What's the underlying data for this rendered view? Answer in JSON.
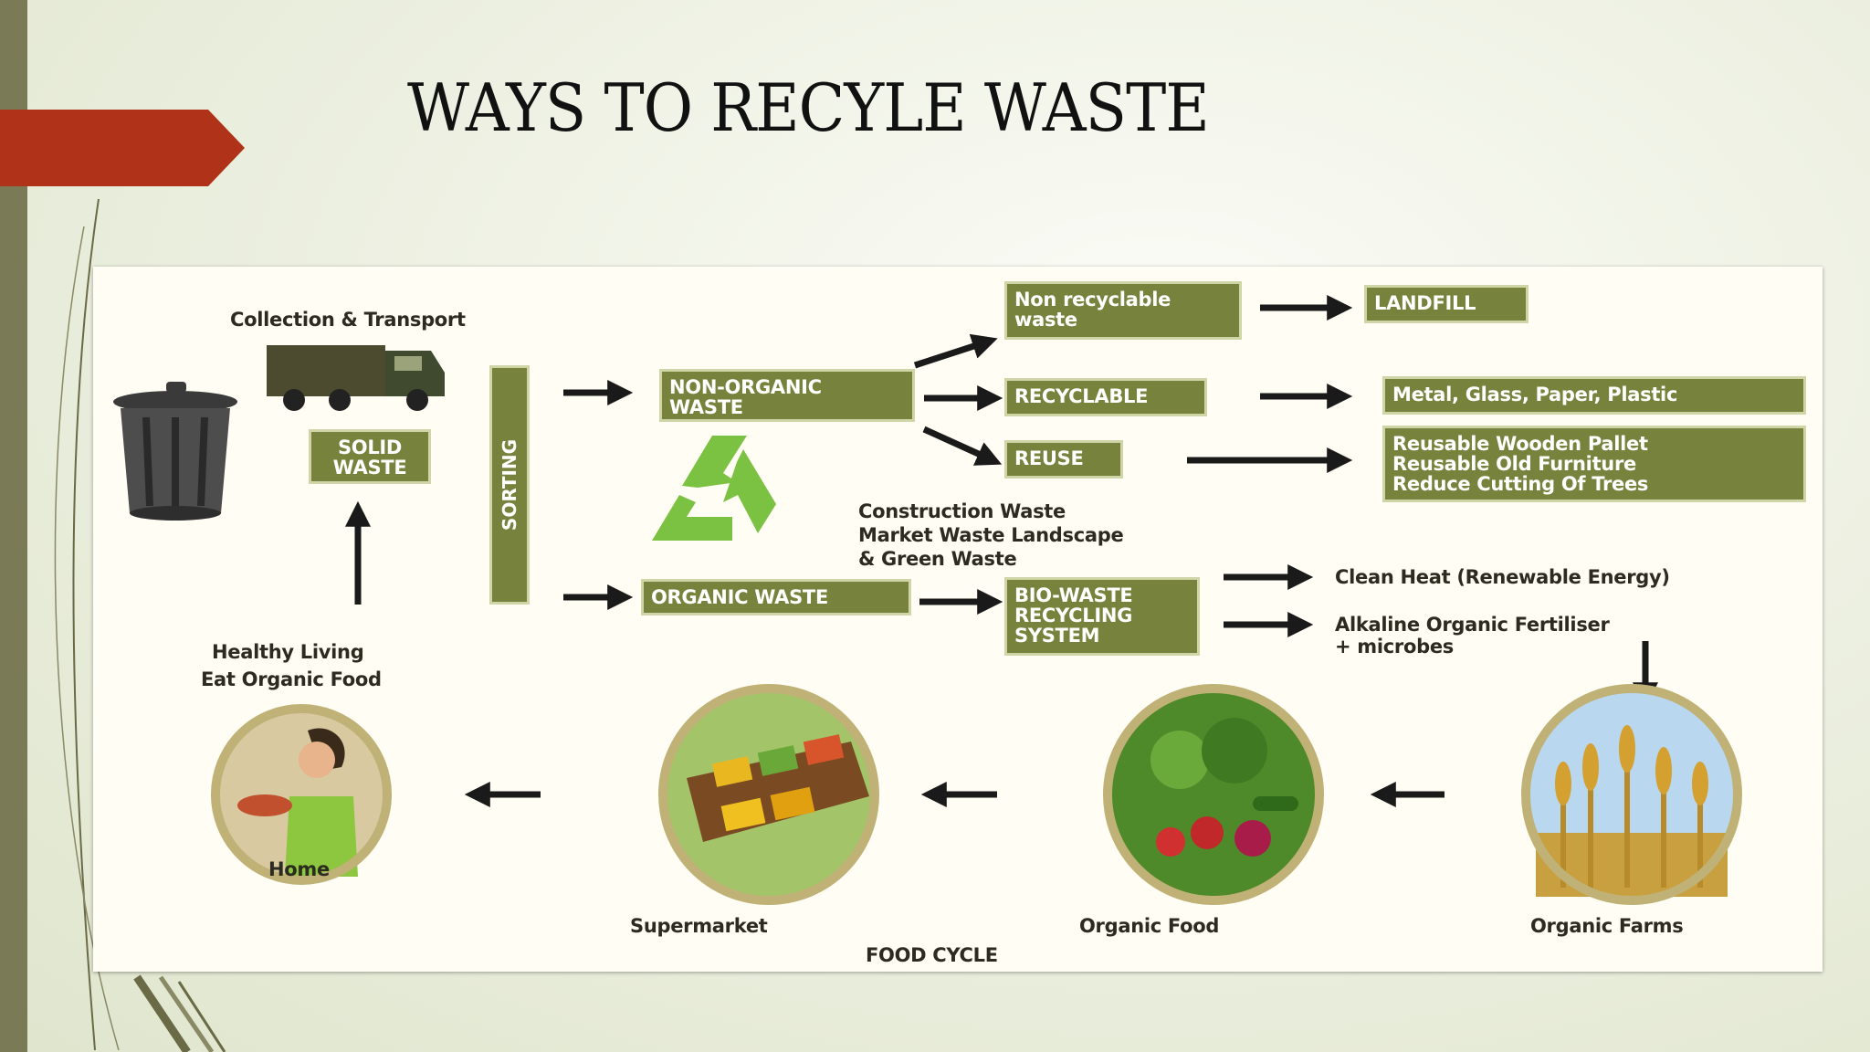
{
  "slide": {
    "title": "WAYS TO RECYLE WASTE",
    "accent_color": "#b03218",
    "sidebar_color": "#7b7a57"
  },
  "diagram": {
    "box_color": "#77823c",
    "collection_label": "Collection & Transport",
    "solid_waste": "SOLID\nWASTE",
    "sorting": "SORTING",
    "non_organic": "NON-ORGANIC\nWASTE",
    "non_recyclable": "Non recyclable\nwaste",
    "landfill": "LANDFILL",
    "recyclable": "RECYCLABLE",
    "recyclable_items": "Metal, Glass, Paper, Plastic",
    "reuse": "REUSE",
    "reuse_items": "Reusable Wooden Pallet\nReusable Old Furniture\nReduce Cutting Of Trees",
    "organic_examples": [
      "Construction Waste",
      "Market Waste Landscape",
      "& Green Waste"
    ],
    "organic_waste": "ORGANIC WASTE",
    "biowaste": "BIO-WASTE\nRECYCLING\nSYSTEM",
    "clean_heat": "Clean Heat (Renewable Energy)",
    "fertiliser_line1": "Alkaline Organic Fertiliser",
    "fertiliser_line2": "+ microbes",
    "healthy_line1": "Healthy Living",
    "healthy_line2": "Eat Organic Food",
    "home": "Home",
    "supermarket": "Supermarket",
    "organic_food": "Organic Food",
    "organic_farms": "Organic Farms",
    "food_cycle": "FOOD CYCLE",
    "icons": [
      "trash-can-icon",
      "garbage-truck-icon",
      "recycle-icon",
      "woman-eating-icon",
      "market-stall-icon",
      "vegetables-icon",
      "wheat-icon"
    ]
  }
}
